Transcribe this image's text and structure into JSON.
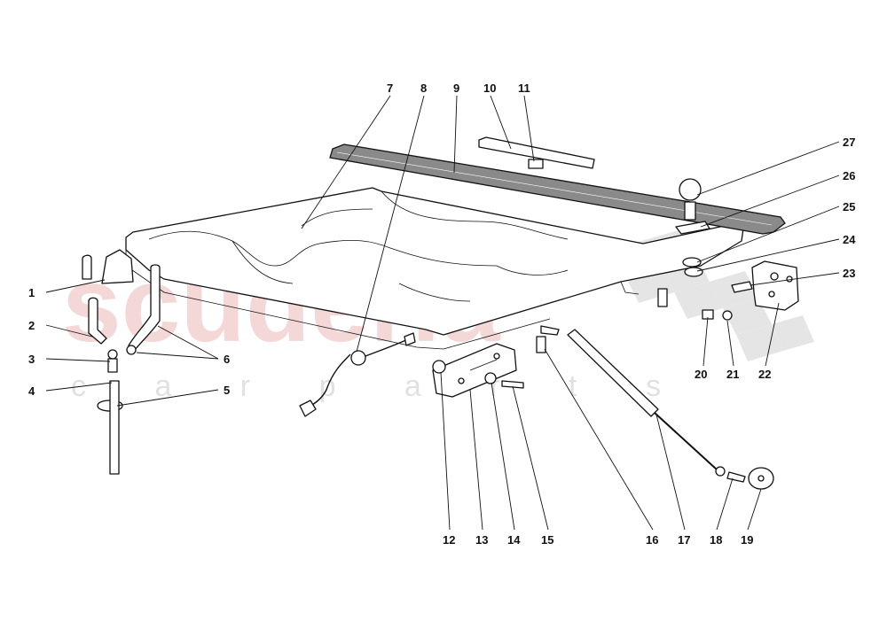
{
  "watermark": {
    "brand": "scuderia",
    "sub": "c a r p a r t s",
    "color": "#e7a8a8"
  },
  "callouts": [
    "1",
    "2",
    "3",
    "4",
    "5",
    "6",
    "7",
    "8",
    "9",
    "10",
    "11",
    "12",
    "13",
    "14",
    "15",
    "16",
    "17",
    "18",
    "19",
    "20",
    "21",
    "22",
    "23",
    "24",
    "25",
    "26",
    "27"
  ]
}
